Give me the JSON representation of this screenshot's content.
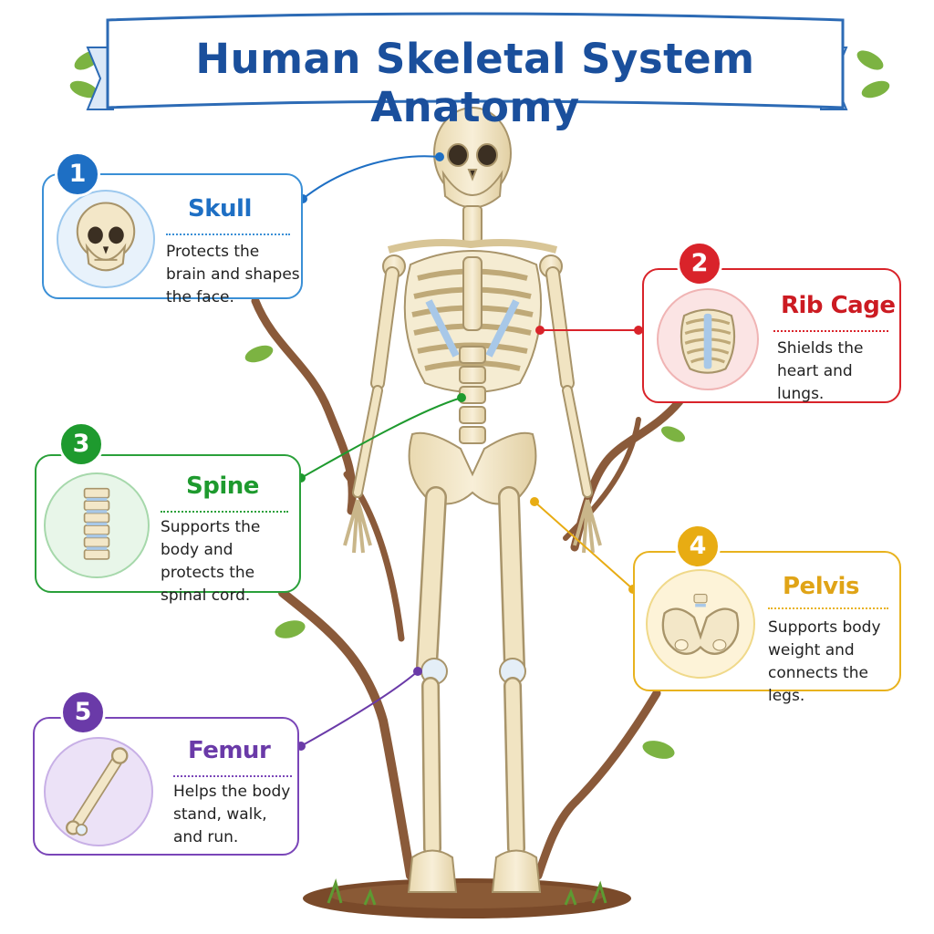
{
  "title": "Human Skeletal System Anatomy",
  "callouts": [
    {
      "number": "1",
      "name": "Skull",
      "desc": "Protects the brain and shapes the face.",
      "color": "#1e6fc4"
    },
    {
      "number": "2",
      "name": "Rib Cage",
      "desc": "Shields the heart and lungs.",
      "color": "#d9232a"
    },
    {
      "number": "3",
      "name": "Spine",
      "desc": "Supports the body and protects the spinal cord.",
      "color": "#1e9a2e"
    },
    {
      "number": "4",
      "name": "Pelvis",
      "desc": "Supports body weight and connects the legs.",
      "color": "#e8ac13"
    },
    {
      "number": "5",
      "name": "Femur",
      "desc": "Helps the body stand, walk, and run.",
      "color": "#6a3aa8"
    }
  ],
  "colors": {
    "title": "#1a4f9c",
    "bone": "#f2e6c6",
    "bone_outline": "#a8946a",
    "cartilage": "#a8c8e8",
    "branch": "#8a5a3a",
    "leaf": "#7cb342"
  }
}
